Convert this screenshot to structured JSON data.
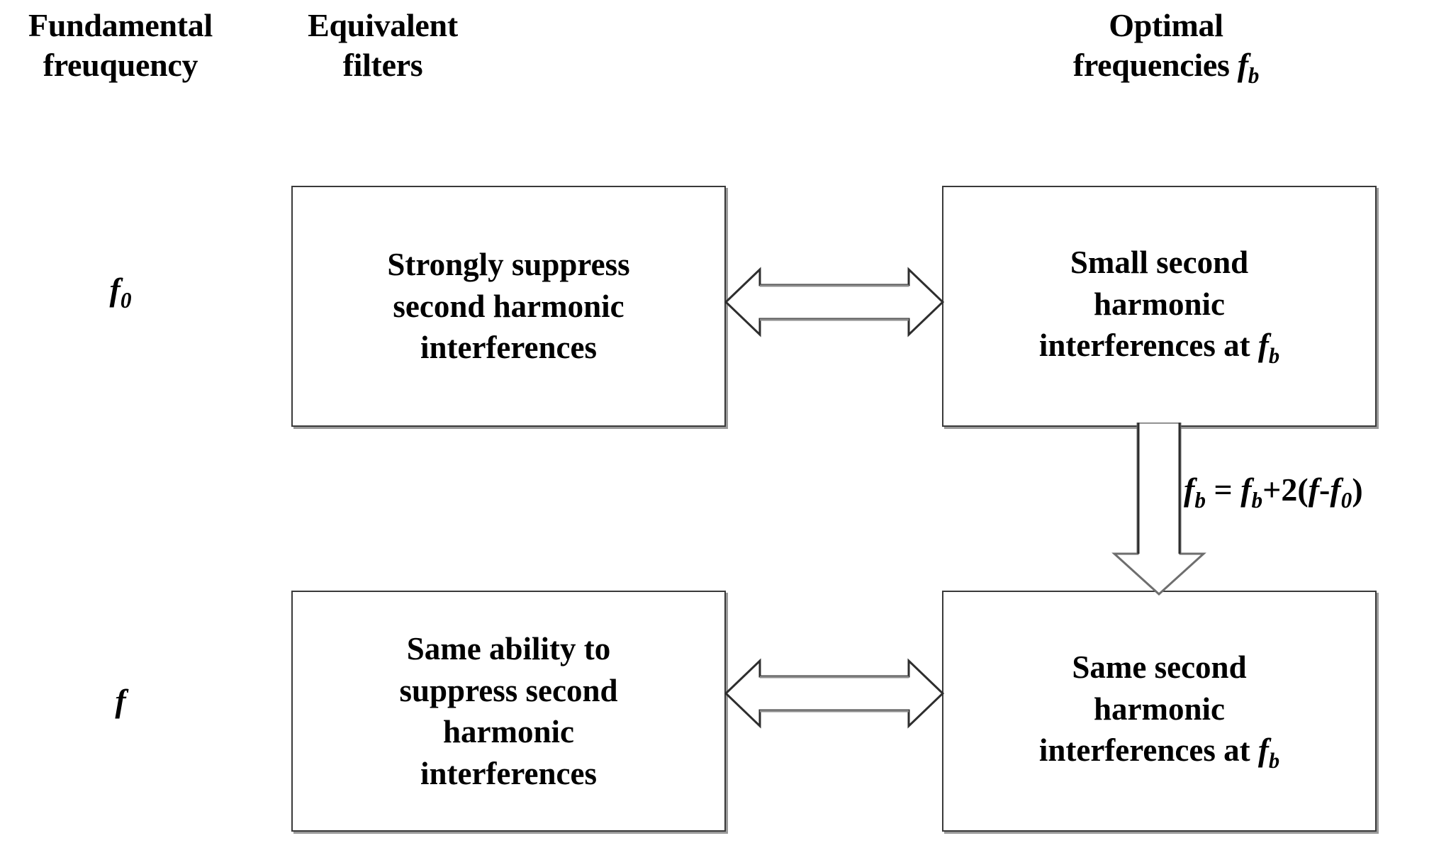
{
  "headers": {
    "fundamental": "Fundamental freuquency",
    "fundamental_line1": "Fundamental",
    "fundamental_line2": "freuquency",
    "filters_line1": "Equivalent",
    "filters_line2": "filters",
    "optimal_line1": "Optimal",
    "optimal_line2_prefix": "frequencies ",
    "optimal_line2_symbol": "f",
    "optimal_line2_subscript": "b"
  },
  "row_labels": {
    "top_symbol": "f",
    "top_subscript": "0",
    "bottom_symbol": "f",
    "bottom_subscript": ""
  },
  "boxes": {
    "top_left": {
      "line1": "Strongly suppress",
      "line2": "second harmonic",
      "line3": "interferences",
      "full_text": "Strongly suppress second harmonic interferences"
    },
    "top_right": {
      "line1": "Small second",
      "line2": "harmonic",
      "line3_prefix": "interferences at ",
      "line3_symbol": "f",
      "line3_subscript": "b",
      "full_text": "Small second harmonic interferences at fb"
    },
    "bottom_left": {
      "line1": "Same ability to",
      "line2": "suppress second",
      "line3": "harmonic",
      "line4": "interferences",
      "full_text": "Same ability to suppress second harmonic interferences"
    },
    "bottom_right": {
      "line1": "Same second",
      "line2": "harmonic",
      "line3_prefix": "interferences at ",
      "line3_symbol": "f",
      "line3_subscript": "b",
      "full_text": "Same second harmonic interferences at fb"
    }
  },
  "formula": {
    "text": "fb = fb+2(f-f0)",
    "lhs_symbol": "f",
    "lhs_subscript": "b",
    "equals": " = ",
    "rhs_symbol": "f",
    "rhs_subscript": "b",
    "plus_two": "+2(",
    "f_term": "f",
    "minus": "-",
    "f0_symbol": "f",
    "f0_subscript": "0",
    "close_paren": ")"
  },
  "arrows": {
    "top_horizontal": "double-headed-horizontal-arrow",
    "bottom_horizontal": "double-headed-horizontal-arrow",
    "vertical": "down-arrow"
  },
  "colors": {
    "text": "#000000",
    "box_border": "#3a3a3a",
    "box_shadow": "#9a9a9a",
    "background": "#ffffff",
    "arrow_stroke": "#3a3a3a"
  }
}
